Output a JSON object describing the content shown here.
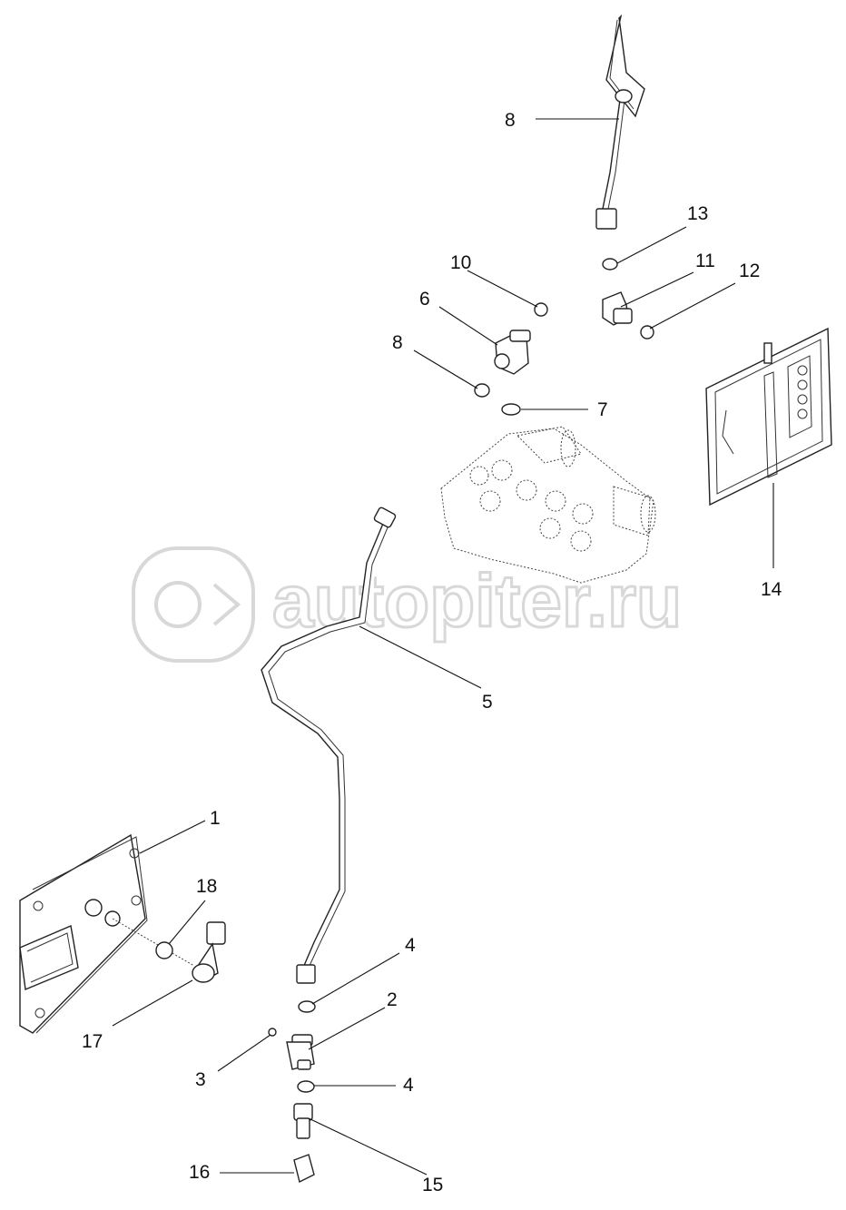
{
  "watermark": {
    "text": "autopiter.ru"
  },
  "callouts": [
    {
      "id": "1",
      "label": "1"
    },
    {
      "id": "2",
      "label": "2"
    },
    {
      "id": "3",
      "label": "3"
    },
    {
      "id": "4a",
      "label": "4"
    },
    {
      "id": "4b",
      "label": "4"
    },
    {
      "id": "5",
      "label": "5"
    },
    {
      "id": "6",
      "label": "6"
    },
    {
      "id": "7",
      "label": "7"
    },
    {
      "id": "8a",
      "label": "8"
    },
    {
      "id": "8b",
      "label": "8"
    },
    {
      "id": "10",
      "label": "10"
    },
    {
      "id": "11",
      "label": "11"
    },
    {
      "id": "12",
      "label": "12"
    },
    {
      "id": "13",
      "label": "13"
    },
    {
      "id": "14",
      "label": "14"
    },
    {
      "id": "15",
      "label": "15"
    },
    {
      "id": "16",
      "label": "16"
    },
    {
      "id": "17",
      "label": "17"
    },
    {
      "id": "18",
      "label": "18"
    }
  ]
}
